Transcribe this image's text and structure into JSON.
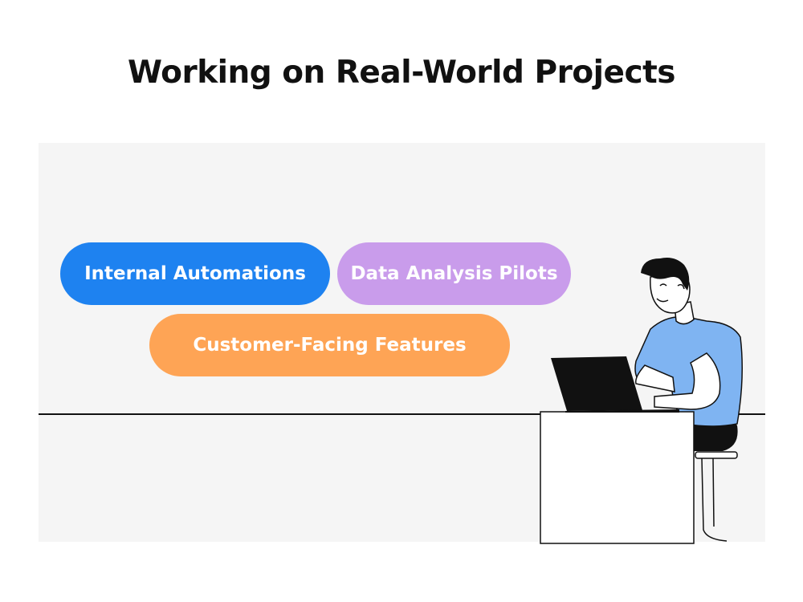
{
  "title": "Working on Real-World Projects",
  "pills": [
    {
      "label": "Internal Automations",
      "color": "#1e82f0"
    },
    {
      "label": "Data Analysis Pilots",
      "color": "#c99ceb"
    },
    {
      "label": "Customer-Facing Features",
      "color": "#fea455"
    }
  ],
  "illustration": {
    "icon": "person-at-laptop-icon",
    "shirt_color": "#7fb4f2",
    "hair_color": "#111111"
  },
  "colors": {
    "panel_background": "#f5f5f5",
    "line": "#111111"
  }
}
